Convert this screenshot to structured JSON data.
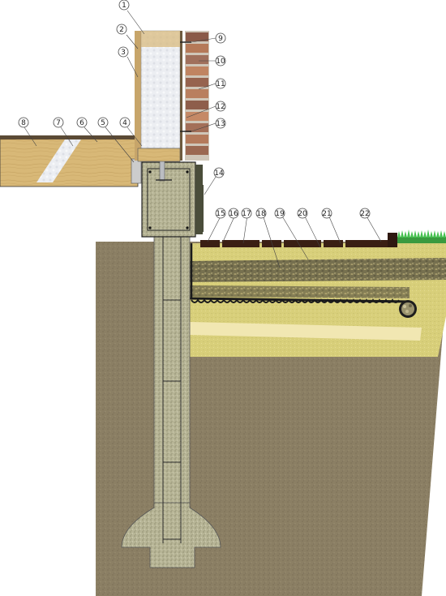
{
  "callouts": [
    {
      "id": "1",
      "label": "1"
    },
    {
      "id": "2",
      "label": "2"
    },
    {
      "id": "3",
      "label": "3"
    },
    {
      "id": "4",
      "label": "4"
    },
    {
      "id": "5",
      "label": "5"
    },
    {
      "id": "6",
      "label": "6"
    },
    {
      "id": "7",
      "label": "7"
    },
    {
      "id": "8",
      "label": "8"
    },
    {
      "id": "9",
      "label": "9"
    },
    {
      "id": "10",
      "label": "10"
    },
    {
      "id": "11",
      "label": "11"
    },
    {
      "id": "12",
      "label": "12"
    },
    {
      "id": "13",
      "label": "13"
    },
    {
      "id": "14",
      "label": "14"
    },
    {
      "id": "15",
      "label": "15"
    },
    {
      "id": "16",
      "label": "16"
    },
    {
      "id": "17",
      "label": "17"
    },
    {
      "id": "18",
      "label": "18"
    },
    {
      "id": "19",
      "label": "19"
    },
    {
      "id": "20",
      "label": "20"
    },
    {
      "id": "21",
      "label": "21"
    },
    {
      "id": "22",
      "label": "22"
    }
  ],
  "colors": {
    "soil": "#8a7e63",
    "concrete": "#b8b89a",
    "sand": "#e4d9a2",
    "gravel": "#6e6a52",
    "brick": "#b27a55",
    "insulation": "#eef0f4",
    "wood": "#d9b877",
    "grass": "#3bb34a"
  }
}
